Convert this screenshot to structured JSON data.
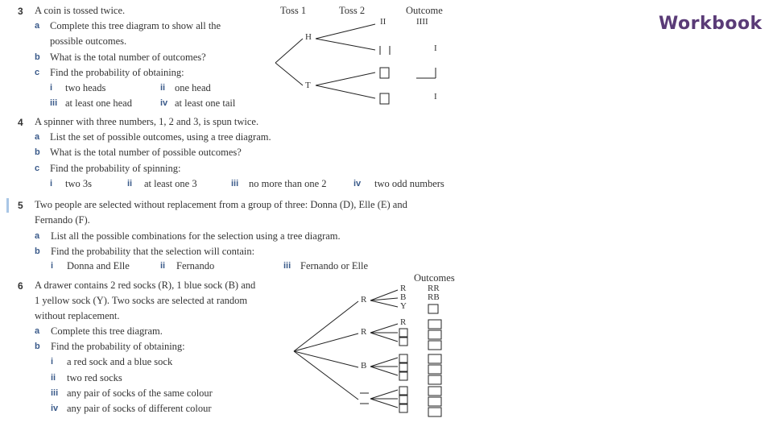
{
  "badge": "Workbook",
  "q3": {
    "num": "3",
    "text": "A coin is tossed twice.",
    "a_label": "a",
    "a_text1": "Complete this tree diagram to show all the",
    "a_text2": "possible outcomes.",
    "b_label": "b",
    "b_text": "What is the total number of outcomes?",
    "c_label": "c",
    "c_text": "Find the probability of obtaining:",
    "i_label": "i",
    "i_text": "two heads",
    "ii_label": "ii",
    "ii_text": "one head",
    "iii_label": "iii",
    "iii_text": "at least one head",
    "iv_label": "iv",
    "iv_text": "at least one tail",
    "tree": {
      "toss1": "Toss 1",
      "toss2": "Toss 2",
      "outcome": "Outcome",
      "node_h": "H",
      "node_t": "T",
      "hh_toss2": "II",
      "hh_outcome": "IIII",
      "ht_outcome": "I",
      "tt_outcome": "I"
    }
  },
  "q4": {
    "num": "4",
    "text": "A spinner with three numbers, 1, 2 and 3, is spun twice.",
    "a_label": "a",
    "a_text": "List the set of possible outcomes, using a tree diagram.",
    "b_label": "b",
    "b_text": "What is the total number of possible outcomes?",
    "c_label": "c",
    "c_text": "Find the probability of spinning:",
    "i_label": "i",
    "i_text": "two 3s",
    "ii_label": "ii",
    "ii_text": "at least one 3",
    "iii_label": "iii",
    "iii_text": "no more than one 2",
    "iv_label": "iv",
    "iv_text": "two odd numbers"
  },
  "q5": {
    "num": "5",
    "text1": "Two people are selected without replacement from a group of three: Donna (D), Elle (E) and",
    "text2": "Fernando (F).",
    "a_label": "a",
    "a_text": "List all the possible combinations for the selection using a tree diagram.",
    "b_label": "b",
    "b_text": "Find the probability that the selection will contain:",
    "i_label": "i",
    "i_text": "Donna and Elle",
    "ii_label": "ii",
    "ii_text": "Fernando",
    "iii_label": "iii",
    "iii_text": "Fernando or Elle"
  },
  "q6": {
    "num": "6",
    "text1": "A drawer contains 2 red socks (R), 1 blue sock (B) and",
    "text2": "1 yellow sock (Y). Two socks are selected at random",
    "text3": "without replacement.",
    "a_label": "a",
    "a_text": "Complete this tree diagram.",
    "b_label": "b",
    "b_text": "Find the probability of obtaining:",
    "i_label": "i",
    "i_text": "a red sock and a blue sock",
    "ii_label": "ii",
    "ii_text": "two red socks",
    "iii_label": "iii",
    "iii_text": "any pair of socks of the same colour",
    "iv_label": "iv",
    "iv_text": "any pair of socks of different colour",
    "tree": {
      "outcomes": "Outcomes",
      "first_r1": "R",
      "first_r2": "R",
      "first_b": "B",
      "r1_a": "R",
      "r1_b": "B",
      "r1_c": "Y",
      "out1": "RR",
      "out2": "RB",
      "r2_a": "R"
    }
  }
}
